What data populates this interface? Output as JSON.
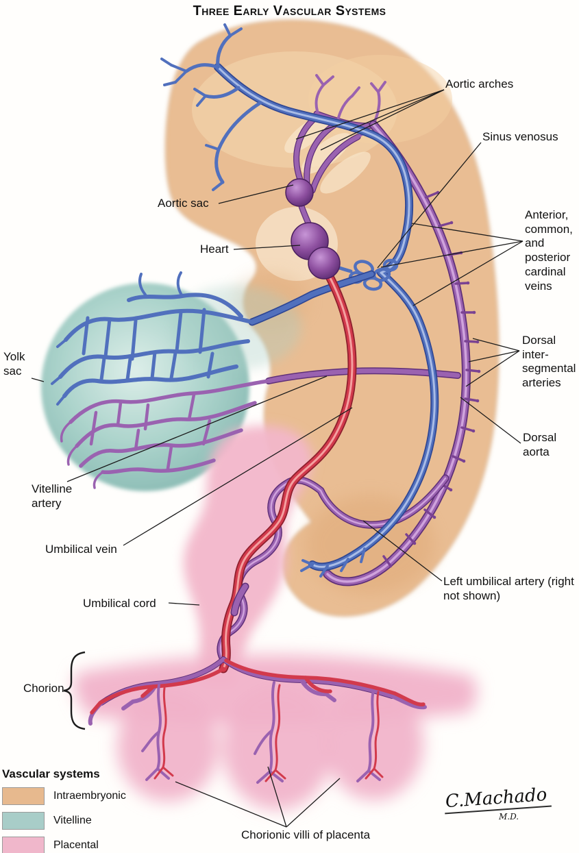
{
  "title": "Three Early Vascular Systems",
  "labels": {
    "aortic_arches": "Aortic arches",
    "sinus_venosus": "Sinus venosus",
    "aortic_sac": "Aortic sac",
    "heart": "Heart",
    "cardinal_veins": "Anterior, common, and posterior cardinal veins",
    "intersegmental": "Dorsal inter-segmental arteries",
    "dorsal_aorta": "Dorsal aorta",
    "yolk_sac": "Yolk sac",
    "vitelline_artery": "Vitelline artery",
    "umbilical_vein": "Umbilical vein",
    "umbilical_cord": "Umbilical cord",
    "left_umbilical_artery": "Left umbilical artery (right not shown)",
    "chorion": "Chorion",
    "chorionic_villi": "Chorionic villi of placenta"
  },
  "legend": {
    "heading": "Vascular systems",
    "items": [
      {
        "label": "Intraembryonic",
        "color": "#e7b98e"
      },
      {
        "label": "Vitelline",
        "color": "#a8cdc8"
      },
      {
        "label": "Placental",
        "color": "#f0b7cb"
      }
    ]
  },
  "signature": {
    "name": "C.Machado",
    "credential": "M.D."
  },
  "colors": {
    "artery_purple": "#9a62b0",
    "vein_blue": "#5170bd",
    "umbilical_red": "#d23a4c",
    "intraembryonic_tan": "#e9bd93",
    "vitelline_teal": "#a8cdc8",
    "placental_pink": "#f0b7cb"
  }
}
